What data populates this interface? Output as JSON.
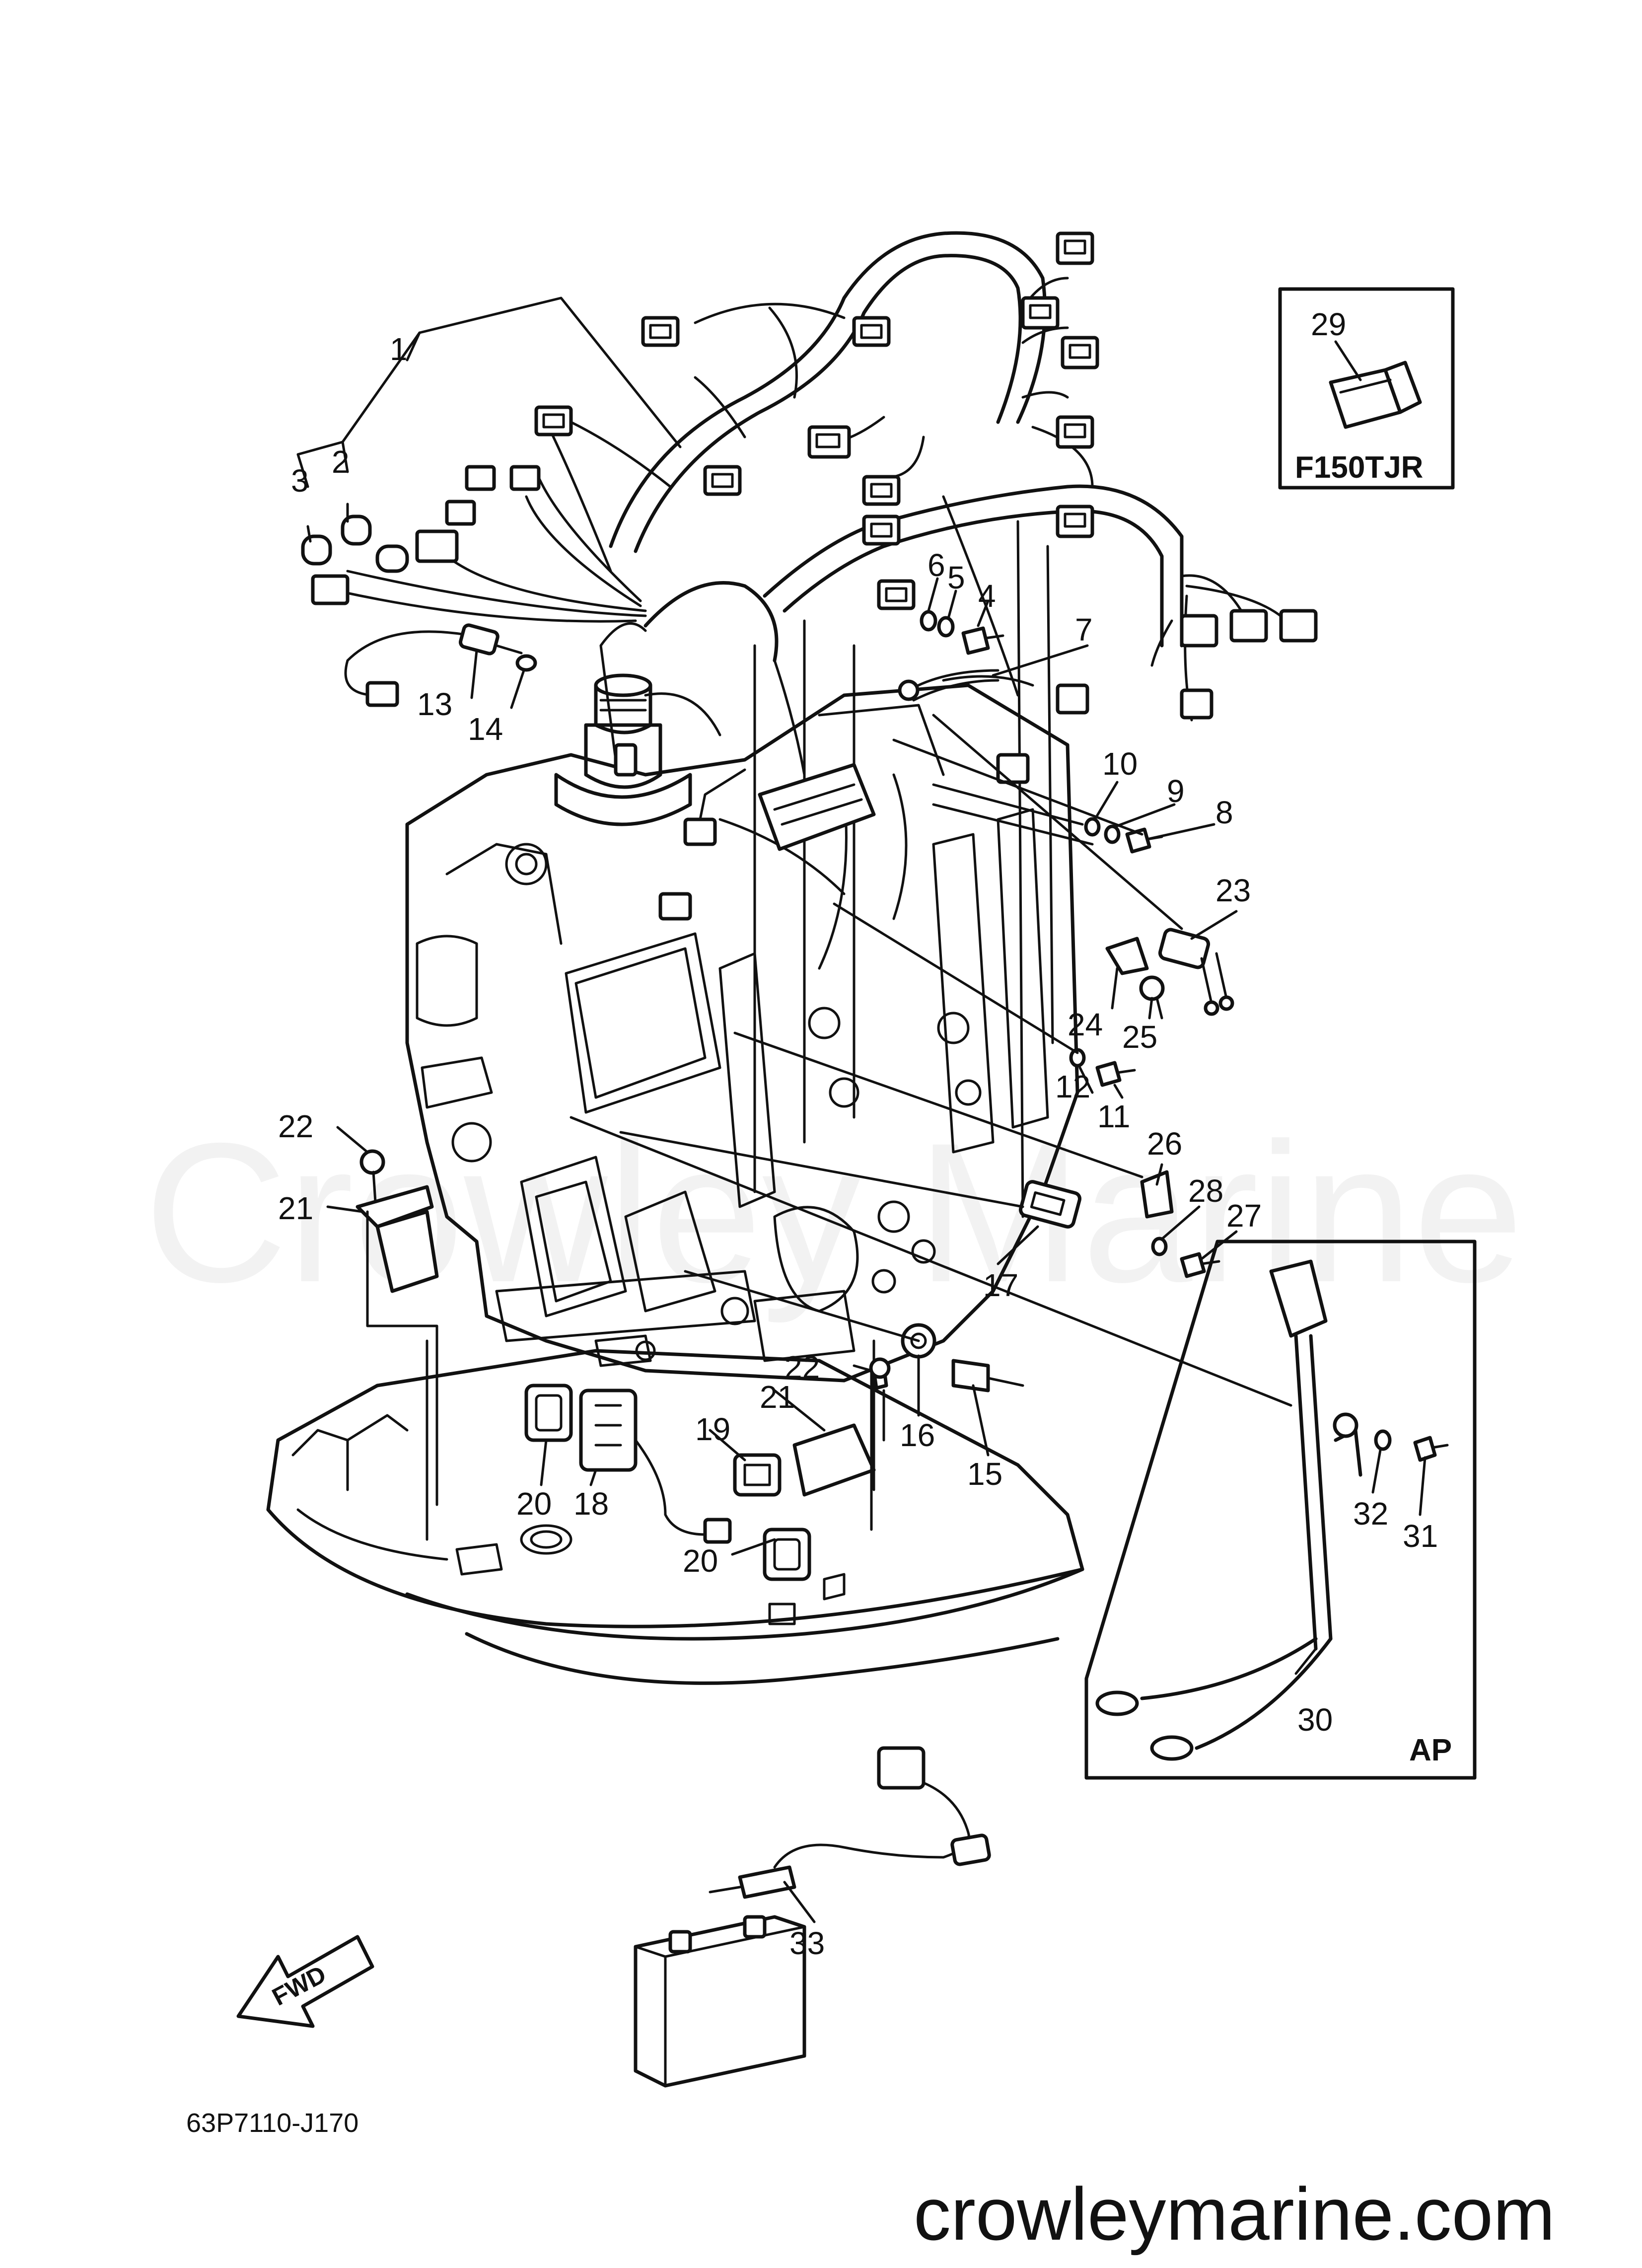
{
  "diagram": {
    "watermark": "Crowley Marine",
    "drawing_code": "63P7110-J170",
    "website": "crowleymarine.com",
    "fwd_label": "FWD",
    "inset_f150tjr": {
      "caption": "F150TJR",
      "part_number": "29"
    },
    "inset_ap": {
      "caption": "AP"
    },
    "part_callouts": [
      "1",
      "2",
      "3",
      "4",
      "5",
      "6",
      "7",
      "8",
      "9",
      "10",
      "11",
      "12",
      "13",
      "14",
      "15",
      "16",
      "17",
      "18",
      "19",
      "20",
      "20",
      "21",
      "21",
      "22",
      "22",
      "23",
      "24",
      "25",
      "26",
      "27",
      "28",
      "29",
      "30",
      "31",
      "32",
      "33"
    ]
  }
}
